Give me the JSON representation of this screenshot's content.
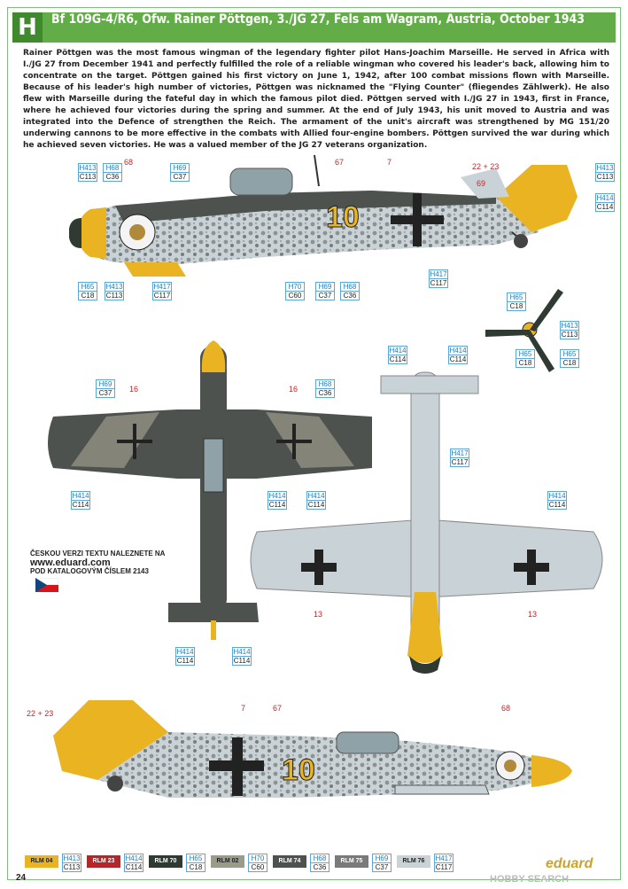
{
  "header": {
    "letter": "H",
    "title": "Bf 109G-4/R6, Ofw. Rainer Pöttgen, 3./JG 27, Fels am Wagram, Austria, October 1943"
  },
  "description": "Rainer Pöttgen was the most famous wingman of the legendary fighter pilot Hans-Joachim Marseille. He served in Africa with I./JG 27 from December 1941 and perfectly fulfilled the role of a reliable wingman who covered his leader's back, allowing him to concentrate on the target. Pöttgen gained his first victory on June 1, 1942, after 100 combat missions flown with Marseille. Because of his leader's high number of victories, Pöttgen was nicknamed the \"Flying Counter\" (fliegendes Zählwerk). He also flew with Marseille during the fateful day in which the famous pilot died. Pöttgen served with I./JG 27 in 1943, first in France, where he achieved four victories during the spring and summer. At the end of July 1943, his unit moved to Austria and was integrated into the Defence of strengthen the Reich. The armament of the unit's aircraft was strengthened by MG 151/20 underwing cannons to be more effective in the combats with Allied four-engine bombers. Pöttgen survived the war during which he achieved seven victories. He was a valued member of the JG 27 veterans organization.",
  "czech_note": {
    "line1": "ČESKOU VERZI TEXTU NALEZNETE NA",
    "url": "www.eduard.com",
    "line2": "POD KATALOGOVÝM ČÍSLEM 2143"
  },
  "colors": {
    "rlm04": "#e9b321",
    "rlm23": "#b3262a",
    "rlm70": "#2f3a33",
    "rlm02": "#9b9b8a",
    "rlm74": "#4d524f",
    "rlm75": "#7a7a7a",
    "rlm76": "#c9d2d6",
    "camo_dark": "#5e6360",
    "primer": "#b9c3c7"
  },
  "side_top": {
    "codes": [
      {
        "h": "H413",
        "c": "C113"
      },
      {
        "h": "H68",
        "c": "C36"
      },
      {
        "h": "H69",
        "c": "C37"
      },
      {
        "h": "H413",
        "c": "C113"
      },
      {
        "h": "H414",
        "c": "C114"
      },
      {
        "h": "H65",
        "c": "C18"
      },
      {
        "h": "H413",
        "c": "C113"
      },
      {
        "h": "H417",
        "c": "C117"
      },
      {
        "h": "H70",
        "c": "C60"
      },
      {
        "h": "H69",
        "c": "C37"
      },
      {
        "h": "H68",
        "c": "C36"
      },
      {
        "h": "H417",
        "c": "C117"
      }
    ],
    "numbers": [
      "68",
      "67",
      "7",
      "22 + 23",
      "69"
    ],
    "fuselage_number": "10"
  },
  "prop": {
    "codes": [
      {
        "h": "H65",
        "c": "C18"
      },
      {
        "h": "H413",
        "c": "C113"
      },
      {
        "h": "H65",
        "c": "C18"
      },
      {
        "h": "H65",
        "c": "C18"
      }
    ]
  },
  "top_view": {
    "codes": [
      {
        "h": "H69",
        "c": "C37"
      },
      {
        "h": "H68",
        "c": "C36"
      },
      {
        "h": "H414",
        "c": "C114"
      },
      {
        "h": "H414",
        "c": "C114"
      },
      {
        "h": "H414",
        "c": "C114"
      },
      {
        "h": "H414",
        "c": "C114"
      }
    ],
    "numbers": [
      "16",
      "16"
    ]
  },
  "bottom_view": {
    "codes": [
      {
        "h": "H414",
        "c": "C114"
      },
      {
        "h": "H414",
        "c": "C114"
      },
      {
        "h": "H417",
        "c": "C117"
      },
      {
        "h": "H414",
        "c": "C114"
      },
      {
        "h": "H414",
        "c": "C114"
      }
    ],
    "numbers": [
      "13",
      "13"
    ]
  },
  "side_bottom": {
    "numbers": [
      "22 + 23",
      "7",
      "67",
      "68"
    ],
    "fuselage_number": "10"
  },
  "swatches": [
    {
      "label": "RLM 04",
      "color": "#e9b321",
      "text": "#222",
      "h": "H413",
      "c": "C113"
    },
    {
      "label": "RLM 23",
      "color": "#b3262a",
      "text": "#fff",
      "h": "H414",
      "c": "C114"
    },
    {
      "label": "RLM 70",
      "color": "#2f3a33",
      "text": "#fff",
      "h": "H65",
      "c": "C18"
    },
    {
      "label": "RLM 02",
      "color": "#9b9b8a",
      "text": "#222",
      "h": "H70",
      "c": "C60"
    },
    {
      "label": "RLM 74",
      "color": "#4d524f",
      "text": "#fff",
      "h": "H68",
      "c": "C36"
    },
    {
      "label": "RLM 75",
      "color": "#7a7a7a",
      "text": "#fff",
      "h": "H69",
      "c": "C37"
    },
    {
      "label": "RLM 76",
      "color": "#c9d2d6",
      "text": "#222",
      "h": "H417",
      "c": "C117"
    }
  ],
  "page_number": "24",
  "brand": "eduard",
  "watermark": "HOBBY SEARCH"
}
